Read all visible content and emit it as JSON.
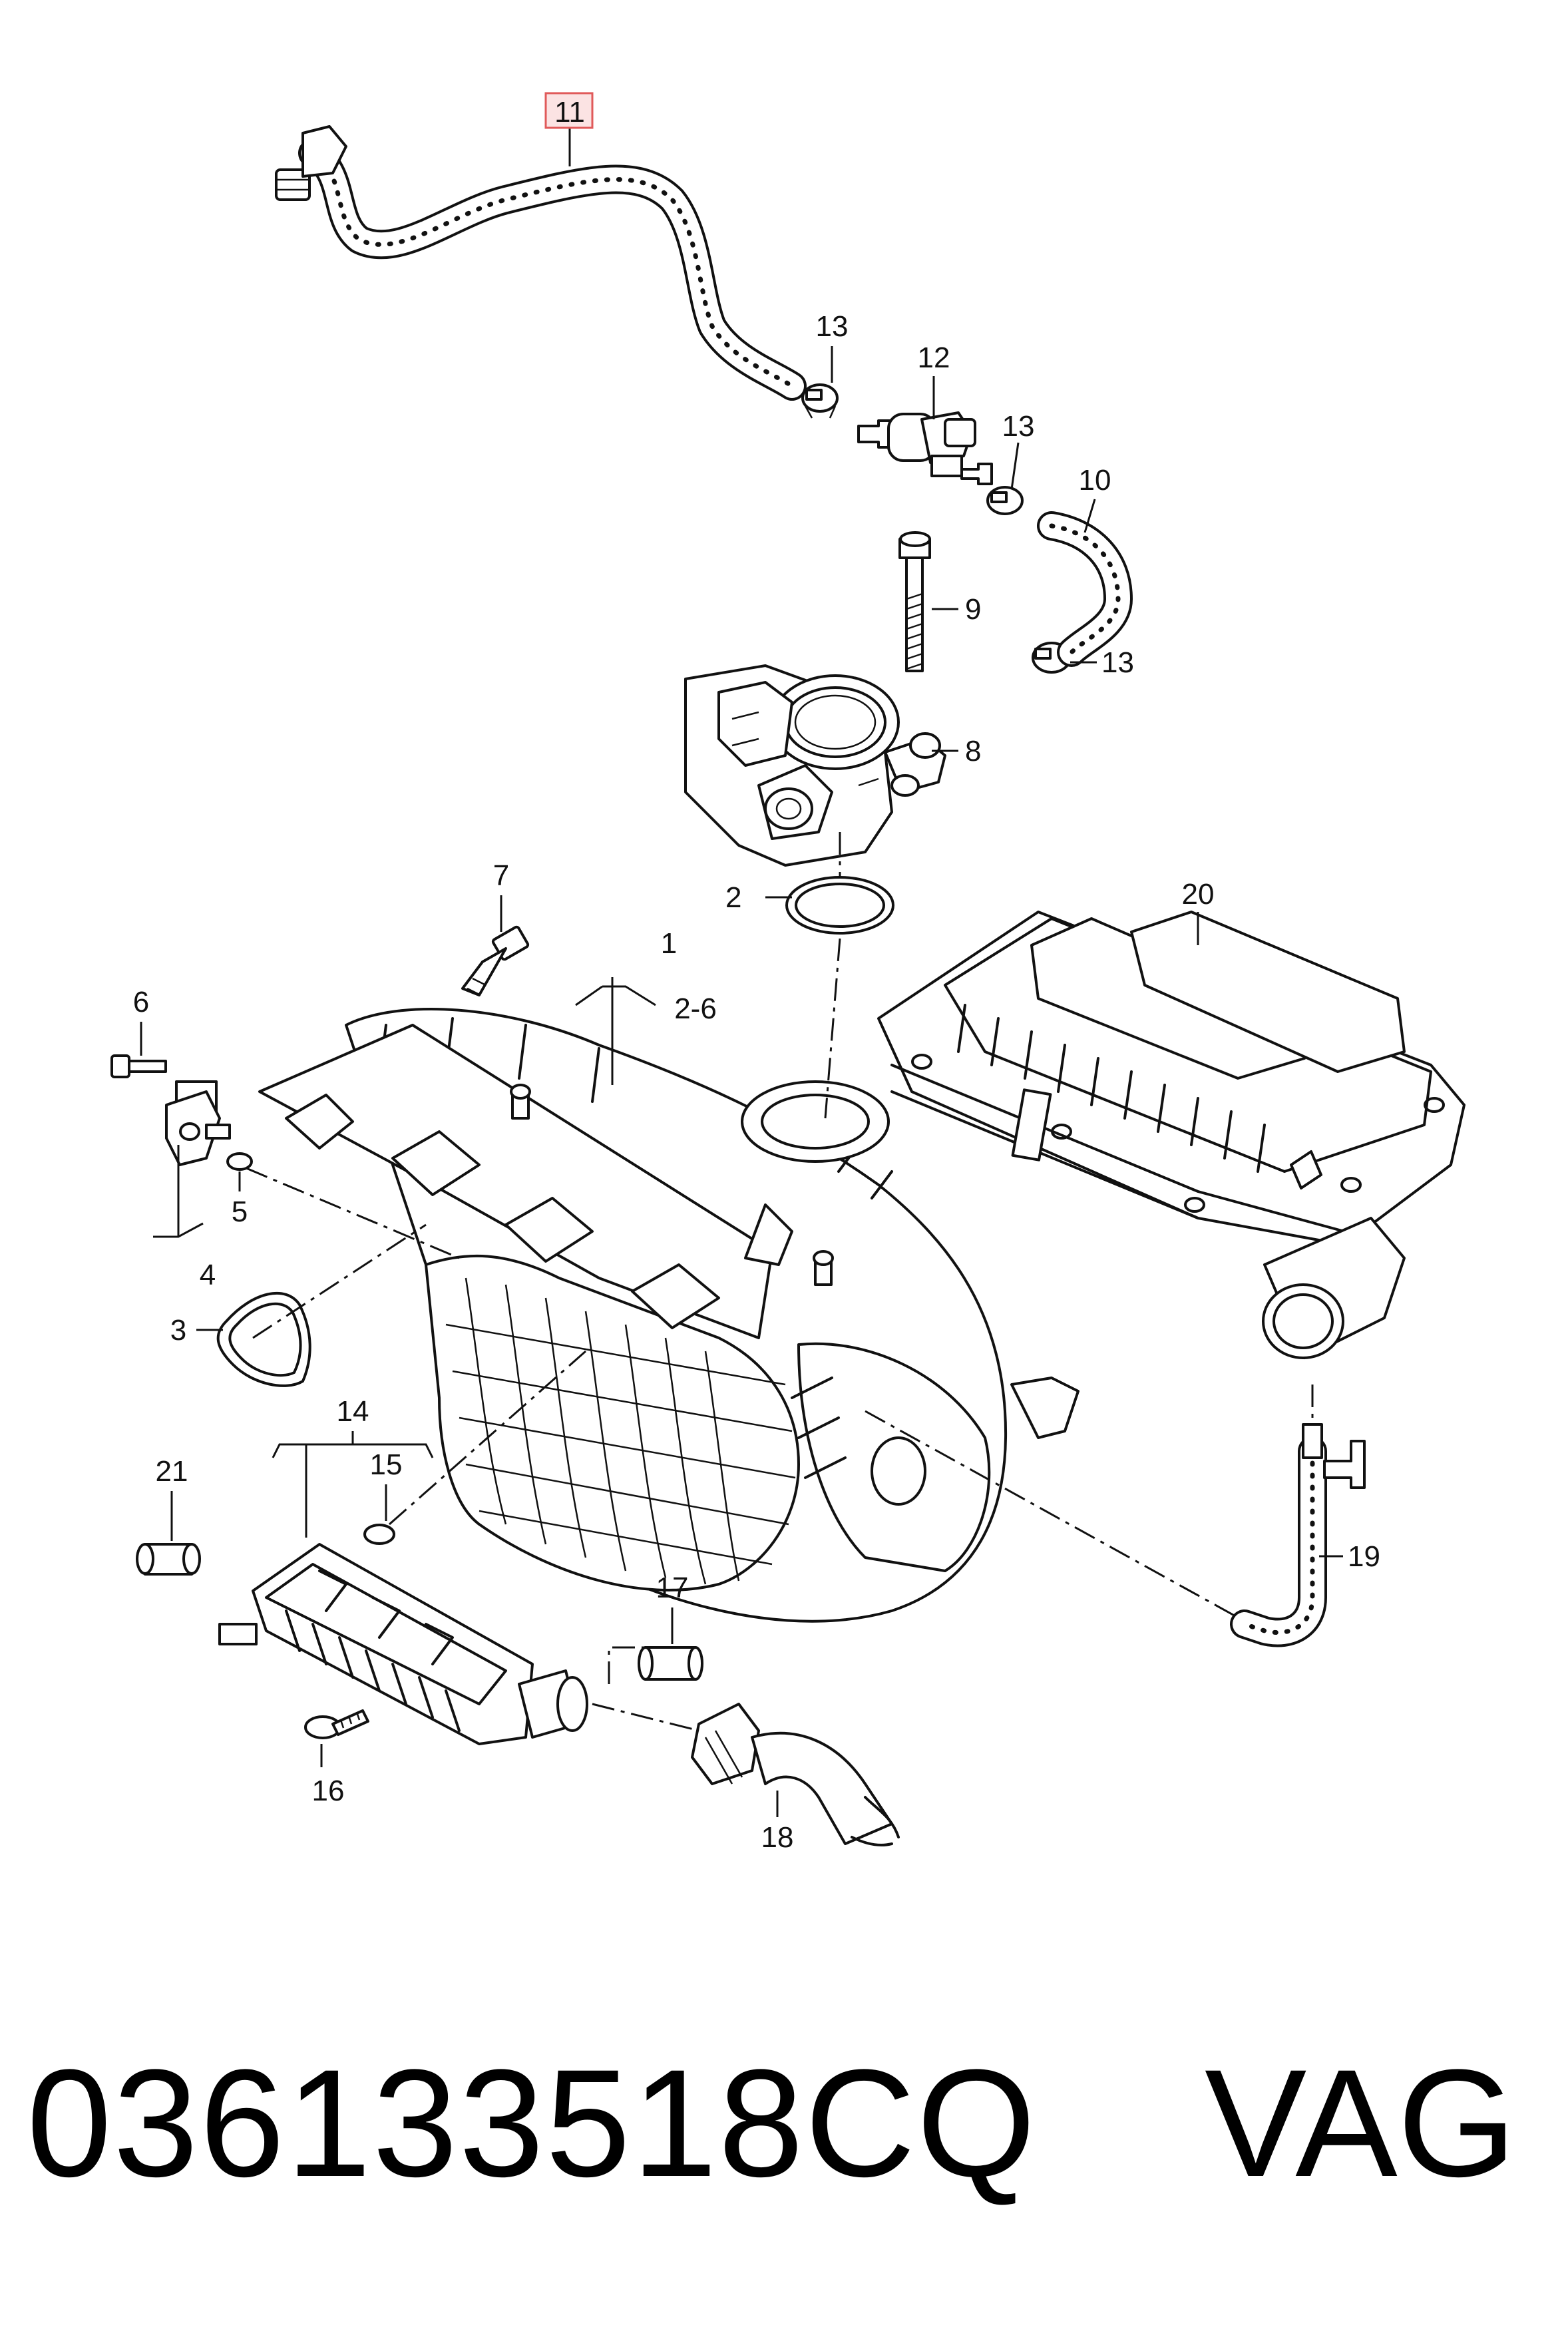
{
  "diagram": {
    "callouts": [
      {
        "id": "c1",
        "text": "1"
      },
      {
        "id": "c1r",
        "text": "2-6"
      },
      {
        "id": "c2",
        "text": "2"
      },
      {
        "id": "c3",
        "text": "3"
      },
      {
        "id": "c4",
        "text": "4"
      },
      {
        "id": "c5",
        "text": "5"
      },
      {
        "id": "c6",
        "text": "6"
      },
      {
        "id": "c7",
        "text": "7"
      },
      {
        "id": "c8",
        "text": "8"
      },
      {
        "id": "c9",
        "text": "9"
      },
      {
        "id": "c10",
        "text": "10"
      },
      {
        "id": "c11",
        "text": "11"
      },
      {
        "id": "c12",
        "text": "12"
      },
      {
        "id": "c13a",
        "text": "13"
      },
      {
        "id": "c13b",
        "text": "13"
      },
      {
        "id": "c13c",
        "text": "13"
      },
      {
        "id": "c14",
        "text": "14"
      },
      {
        "id": "c15",
        "text": "15"
      },
      {
        "id": "c16",
        "text": "16"
      },
      {
        "id": "c17",
        "text": "17"
      },
      {
        "id": "c18",
        "text": "18"
      },
      {
        "id": "c19",
        "text": "19"
      },
      {
        "id": "c20",
        "text": "20"
      },
      {
        "id": "c21",
        "text": "21"
      }
    ],
    "highlighted_callout": "11",
    "highlight_color": "#e05a5a",
    "highlight_fill": "#fbe3e3"
  },
  "footer": {
    "part_number": "036133518CQ",
    "brand": "VAG"
  }
}
